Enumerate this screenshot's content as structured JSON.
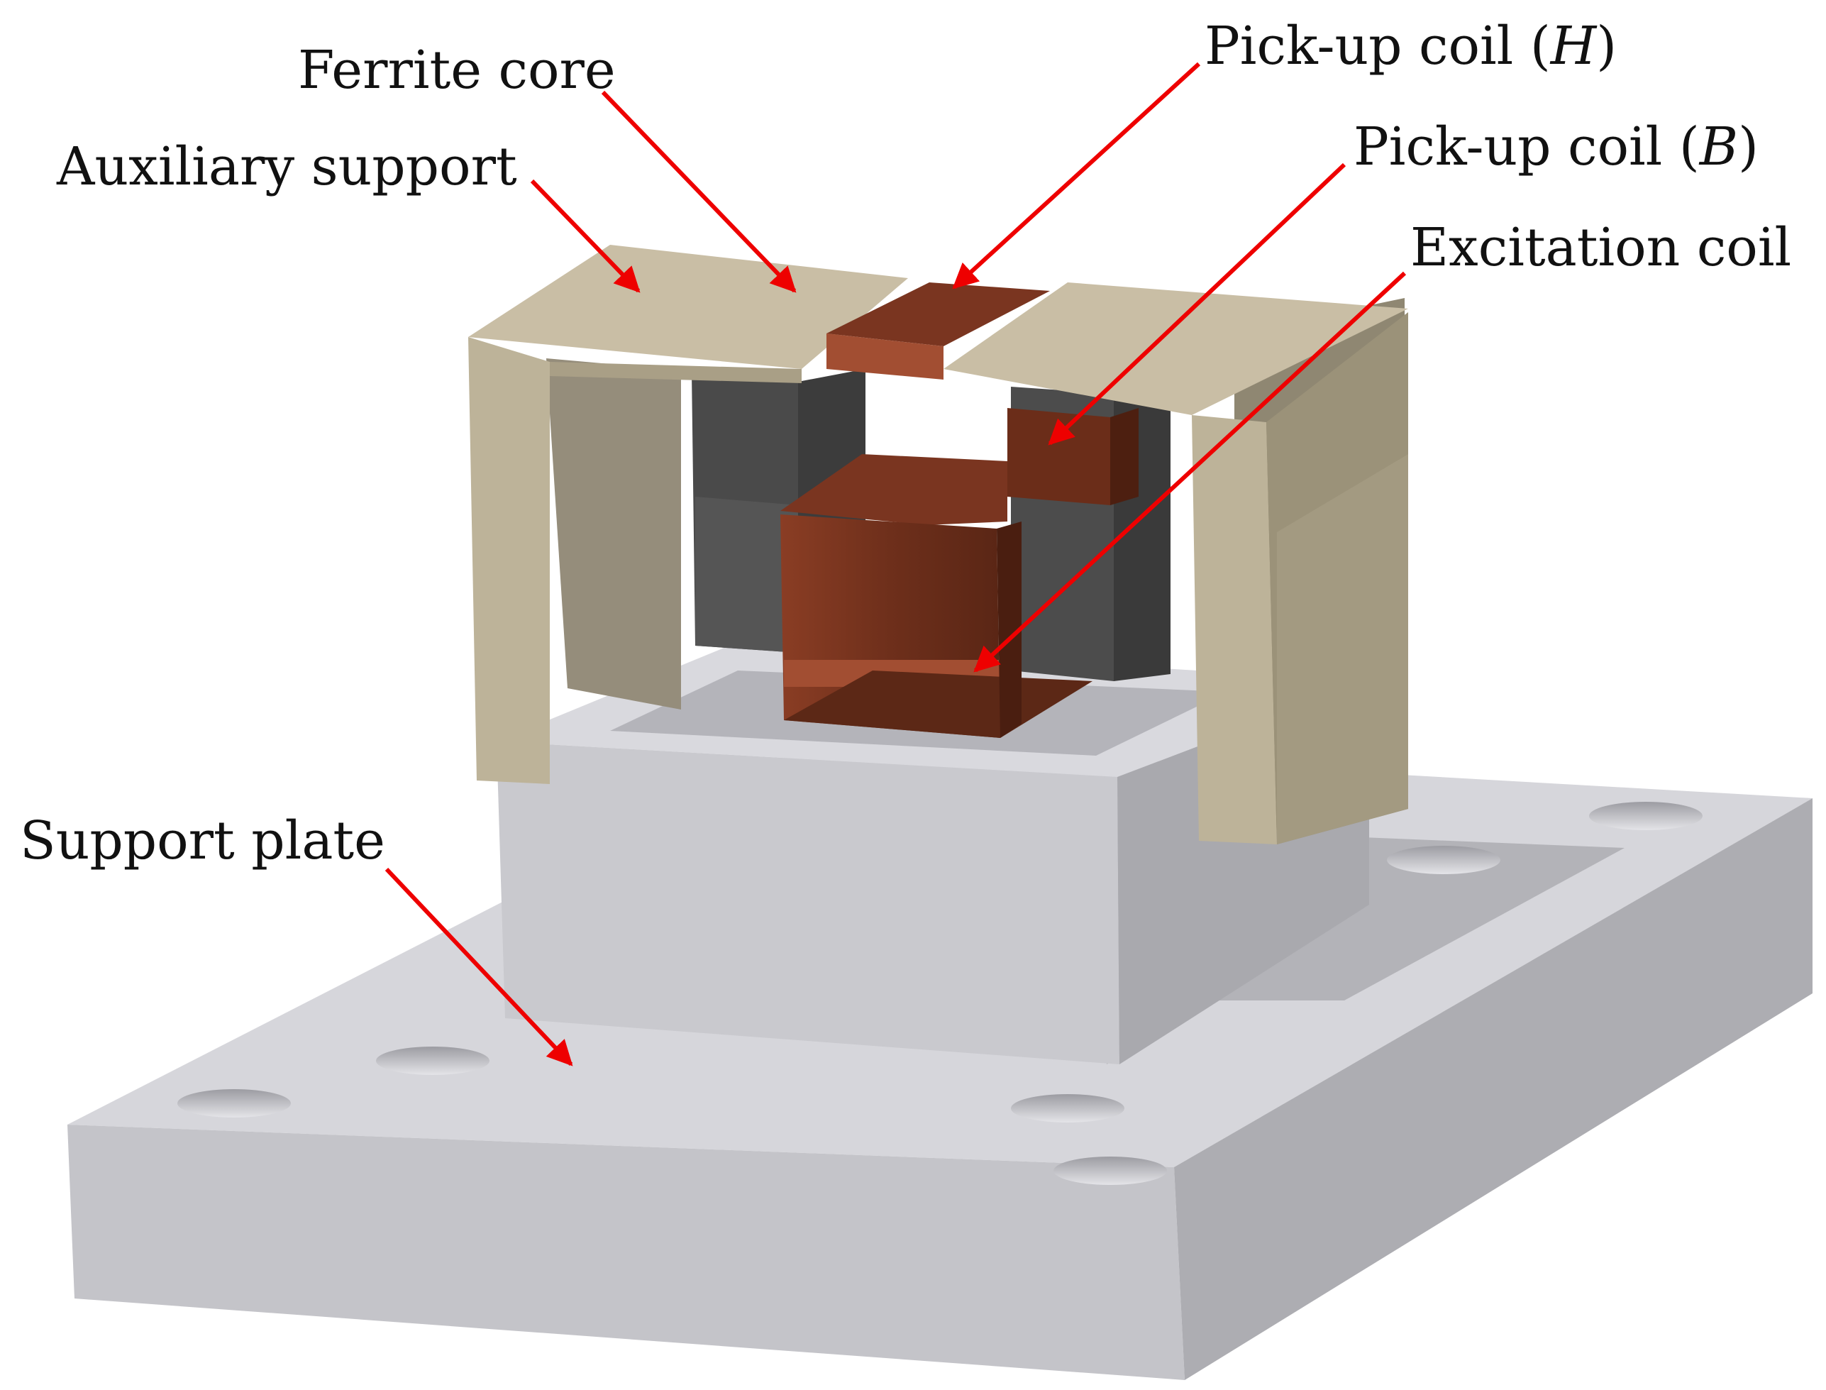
{
  "labels": {
    "ferrite_core": "Ferrite core",
    "auxiliary_support": "Auxiliary support",
    "pickup_h_prefix": "Pick-up coil (",
    "pickup_h_var": "H",
    "pickup_h_suffix": ")",
    "pickup_b_prefix": "Pick-up coil (",
    "pickup_b_var": "B",
    "pickup_b_suffix": ")",
    "excitation_coil": "Excitation coil",
    "support_plate": "Support plate"
  },
  "colors": {
    "arrow": "#ee0000",
    "plate_top": "#d6d6db",
    "plate_front": "#c4c4c9",
    "plate_side": "#adadb2",
    "block_top": "#d9d9de",
    "block_front": "#c9c9ce",
    "block_side": "#a9a9ae",
    "support_top": "#c9bea5",
    "support_front": "#bdb399",
    "support_side": "#9b9279",
    "ferrite_top": "#656565",
    "ferrite_front": "#555555",
    "ferrite_side": "#444444",
    "coil_dark": "#5c2816",
    "coil_mid": "#7a3520",
    "coil_light": "#a24e32"
  }
}
